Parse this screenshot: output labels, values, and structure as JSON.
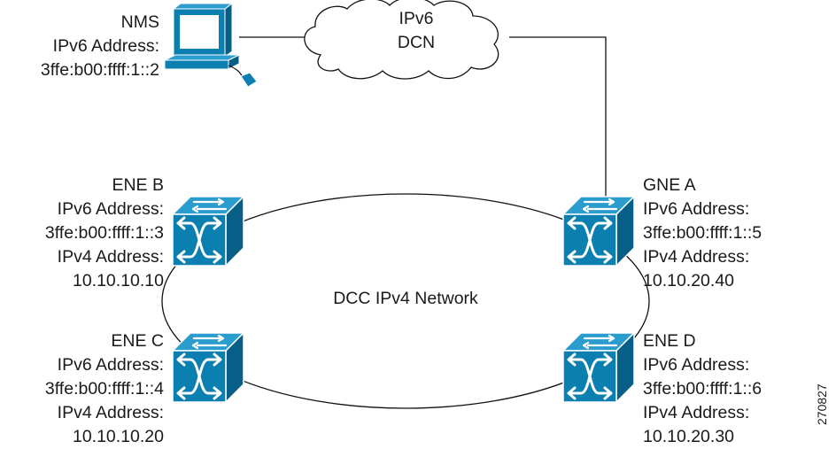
{
  "nms": {
    "name": "NMS",
    "addr_label": "IPv6 Address:",
    "addr": "3ffe:b00:ffff:1::2"
  },
  "cloud": {
    "line1": "IPv6",
    "line2": "DCN"
  },
  "ene_b": {
    "name": "ENE B",
    "ipv6_label": "IPv6 Address:",
    "ipv6": "3ffe:b00:ffff:1::3",
    "ipv4_label": "IPv4 Address:",
    "ipv4": "10.10.10.10"
  },
  "gne_a": {
    "name": "GNE A",
    "ipv6_label": "IPv6 Address:",
    "ipv6": "3ffe:b00:ffff:1::5",
    "ipv4_label": "IPv4 Address:",
    "ipv4": "10.10.20.40"
  },
  "ene_c": {
    "name": "ENE C",
    "ipv6_label": "IPv6 Address:",
    "ipv6": "3ffe:b00:ffff:1::4",
    "ipv4_label": "IPv4 Address:",
    "ipv4": "10.10.10.20"
  },
  "ene_d": {
    "name": "ENE D",
    "ipv6_label": "IPv6 Address:",
    "ipv6": "3ffe:b00:ffff:1::6",
    "ipv4_label": "IPv4 Address:",
    "ipv4": "10.10.20.30"
  },
  "network_label": "DCC IPv4 Network",
  "figure_number": "270827",
  "colors": {
    "device_front": "#0a7fb0",
    "device_top": "#2a9ccd",
    "device_side": "#075f87",
    "line": "#111111"
  },
  "icons": {
    "nms": "computer-terminal-icon",
    "switch": "optical-switch-icon",
    "cloud": "cloud-icon"
  }
}
